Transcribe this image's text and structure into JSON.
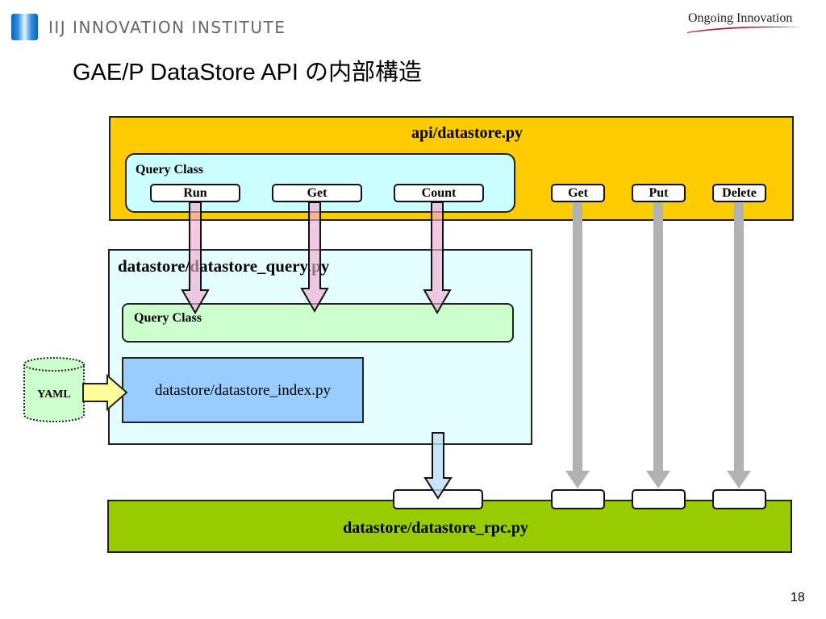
{
  "header": {
    "logo_text": "IIJ INNOVATION INSTITUTE",
    "tagline": "Ongoing Innovation",
    "title": "GAE/P DataStore API の内部構造",
    "page_number": "18"
  },
  "diagram": {
    "api_module": {
      "title": "api/datastore.py",
      "query_class": {
        "label": "Query Class",
        "methods": [
          "Run",
          "Get",
          "Count"
        ]
      },
      "functions": [
        "Get",
        "Put",
        "Delete"
      ]
    },
    "query_module": {
      "title": "datastore/datastore_query.py",
      "query_class_label": "Query Class",
      "index_module": "datastore/datastore_index.py"
    },
    "yaml_source": "YAML",
    "rpc_module": {
      "title": "datastore/datastore_rpc.py",
      "port_count": 4
    },
    "colors": {
      "api_module": "#ffcc00",
      "api_query_class": "#ccffff",
      "query_module": "#e5ffff",
      "query_class": "#ccffcc",
      "index_module": "#99ccff",
      "rpc_module": "#99cc00",
      "query_arrows": "#f0c0dc",
      "direct_arrows": "#b2b2b2",
      "index_arrow": "#cce0f8",
      "yaml_arrow": "#ffff99",
      "yaml_cylinder": "#ccffcc",
      "tagline_swoosh": "#b01e3c"
    }
  }
}
